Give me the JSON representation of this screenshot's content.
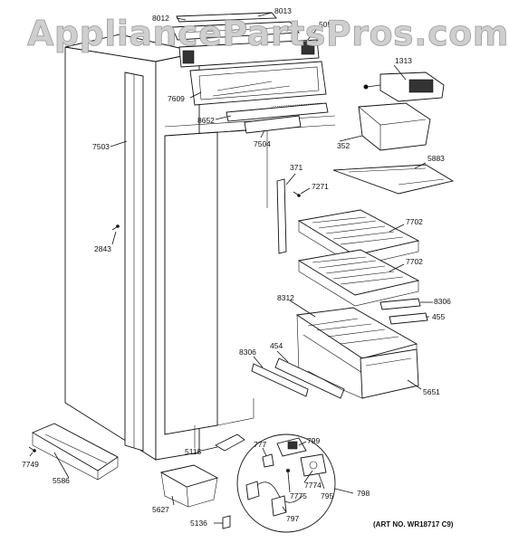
{
  "watermark": "AppliancePartsPros.com",
  "art_number": "(ART NO. WR18717 C9)",
  "callouts": [
    {
      "id": "8012",
      "text": "8012"
    },
    {
      "id": "8013",
      "text": "8013"
    },
    {
      "id": "5059",
      "text": "5059"
    },
    {
      "id": "1313",
      "text": "1313"
    },
    {
      "id": "7609",
      "text": "7609"
    },
    {
      "id": "7503",
      "text": "7503"
    },
    {
      "id": "8652",
      "text": "8652"
    },
    {
      "id": "7504",
      "text": "7504"
    },
    {
      "id": "352",
      "text": "352"
    },
    {
      "id": "5883",
      "text": "5883"
    },
    {
      "id": "371",
      "text": "371"
    },
    {
      "id": "7271",
      "text": "7271"
    },
    {
      "id": "7702a",
      "text": "7702"
    },
    {
      "id": "2843",
      "text": "2843"
    },
    {
      "id": "7702b",
      "text": "7702"
    },
    {
      "id": "8312",
      "text": "8312"
    },
    {
      "id": "8306a",
      "text": "8306"
    },
    {
      "id": "455",
      "text": "455"
    },
    {
      "id": "8306b",
      "text": "8306"
    },
    {
      "id": "454",
      "text": "454"
    },
    {
      "id": "5651",
      "text": "5651"
    },
    {
      "id": "799",
      "text": "799"
    },
    {
      "id": "777",
      "text": "777"
    },
    {
      "id": "5118",
      "text": "5118"
    },
    {
      "id": "7749",
      "text": "7749"
    },
    {
      "id": "5586",
      "text": "5586"
    },
    {
      "id": "7774",
      "text": "7774"
    },
    {
      "id": "7775",
      "text": "7775"
    },
    {
      "id": "795",
      "text": "795"
    },
    {
      "id": "798",
      "text": "798"
    },
    {
      "id": "5627",
      "text": "5627"
    },
    {
      "id": "797",
      "text": "797"
    },
    {
      "id": "5136",
      "text": "5136"
    }
  ]
}
